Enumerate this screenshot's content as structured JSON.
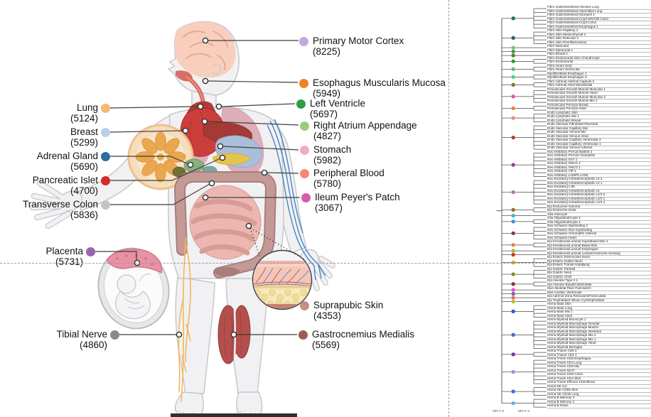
{
  "tissues": {
    "left": [
      {
        "label": "Lung",
        "count": "(5124)",
        "color": "#f5b971"
      },
      {
        "label": "Breast",
        "count": "(5299)",
        "color": "#b8cfe8"
      },
      {
        "label": "Adrenal Gland",
        "count": "(5690)",
        "color": "#2e6da4"
      },
      {
        "label": "Pancreatic Islet",
        "count": "(4700)",
        "color": "#d42a2a"
      },
      {
        "label": "Transverse Colon",
        "count": "(5836)",
        "color": "#c4c4c4"
      },
      {
        "label": "Placenta",
        "count": "(5731)",
        "color": "#9966ad"
      },
      {
        "label": "Tibial Nerve",
        "count": "(4860)",
        "color": "#8a8a8a"
      }
    ],
    "right": [
      {
        "label": "Primary Motor Cortex",
        "count": "(8225)",
        "color": "#c3a8d9"
      },
      {
        "label": "Esophagus Muscularis Mucosa",
        "count": "(5949)",
        "color": "#f28220"
      },
      {
        "label": "Left Ventricle",
        "count": "(5697)",
        "color": "#2f9e41"
      },
      {
        "label": "Right Atrium Appendage",
        "count": "(4827)",
        "color": "#97cc7e"
      },
      {
        "label": "Stomach",
        "count": "(5982)",
        "color": "#f4a9c8"
      },
      {
        "label": "Peripheral Blood",
        "count": "(5780)",
        "color": "#f4887b"
      },
      {
        "label": "Ileum Peyer's Patch",
        "count": "(3067)",
        "color": "#d45fa5"
      },
      {
        "label": "Suprapubic Skin",
        "count": "(4353)",
        "color": "#c29384"
      },
      {
        "label": "Gastrocnemius Medialis",
        "count": "(5569)",
        "color": "#9d5c50"
      }
    ]
  },
  "dendrogram": {
    "axis": {
      "label": "1-corr.",
      "tick": "0"
    },
    "leaves": [
      "Fibro Gastrointestinal Alveolar Lung",
      "Fibro Gastrointestinal Adventitial Lung",
      "Fibro Gastrointestinal Stomach 1",
      "Fibro Gastrointestinal Crypt WNT2B Colon",
      "Fibro Gastrointestinal Crypt Colon",
      "Fibro Gastrointestinal Esophagus 1",
      "Fibro Skin Papillary 2",
      "Fibro Skin Mesenchymal 2",
      "Fibro Skin Reticular 2",
      "Fibro Skin Proinflammatory",
      "Fibro Muscular",
      "Fibro Epineurial 1",
      "Fibro Breast 2",
      "Fibro Endoneurial Skin Chondrocyte",
      "Fibro Endoneurial",
      "Fibro Heart Atrial",
      "Fibro Heart Ventricular",
      "Myofibroblast Esophagus 1",
      "Myofibroblast Esophagus 3",
      "Fibro Adrenal Adrenal Capsule 2",
      "Fibro Adrenal Atrial Mesothelial",
      "Perivascular Smooth Muscle Muscular 1",
      "Perivascular Smooth Muscle Heart",
      "Perivascular Smooth Muscle Muscular 2",
      "Perivascular Smooth Muscle Mix 1",
      "Perivascular Pericyte Breast",
      "Perivascular Pericyte Atrial",
      "Endo Lymphatic Skin",
      "Endo Lymphatic Mix 1",
      "Endo Lymphatic Breast",
      "Endo Vascular Fibroblast Placental",
      "Endo Vascular Capillary Mix",
      "Endo Vascular Venous Mix",
      "Endo Vascular Venous Atrial",
      "Endo Vascular Capillary Ventricular 2",
      "Endo Vascular Capillary Ventricular 1",
      "Endo Vascular Venous Adrenal",
      "Neu Inhibitory PVALB Basket 2",
      "Neu Inhibitory PVALB Chandelier",
      "Neu Inhibitory SST 1",
      "Neu Inhibitory SNCG 2",
      "Neu Inhibitory SNCG 1",
      "Neu Inhibitory VIP 1",
      "Neu Inhibitory LAMP5 LHX6",
      "Neu Excitatory Intratelencephalic L5 2",
      "Neu Excitatory Intratelencephalic L5 1",
      "Neu Excitatory L6b",
      "Neu Excitatory Intratelencephalic L6",
      "Neu Excitatory Intratelencephalic L2/3 5",
      "Neu Excitatory Intratelencephalic L2/3 1",
      "Neu Excitatory Intratelencephalic L2/3 4",
      "Epi Endocrine Gamma",
      "Epi Endocrine Delta",
      "Glia Astrocyte",
      "Glia Oligodendrocyte 2",
      "Glia Oligodendrocyte 4",
      "Neu Schwann Myelinating 2",
      "Neu Schwann Non-myelinating",
      "Neu Schwann Chromaffin Adrenal",
      "Neu Schwann Heart",
      "Epi Keratinous/Luminal Suprabasal Skin 1",
      "Epi Keratinous/Luminal Basal Skin",
      "Epi Keratinous/Luminal Esophagus",
      "Epi Keratinous/Luminal Luminal Hormone Sensing",
      "Epi Enteric Enterocytes Ileum",
      "Epi Enteric Goblet Ileum",
      "Epi Enteric Transit Amplifying",
      "Epi Gastric Parietal",
      "Epi Gastric Neck",
      "Epi Gastric Chief",
      "Epi Alveolar Type II 1",
      "Epi Alveolar Basal/Club/Goblet",
      "Mus Skeletal Fiber Fast-twitch",
      "Mus Cardiac Ventricular",
      "Epi Adrenal Zona Reticularis/Fasciculata",
      "Epi Trophoblast Villous Cytotrophoblast",
      "Hema Mast Skin",
      "Hema Mast Lung",
      "Hema Mast Mix 1",
      "Hema Mast Atrial",
      "Hema Myeloid Monocyte 1",
      "Hema Myeloid Macrophage Alveolar",
      "Hema Myeloid Macrophage Muscle",
      "Hema Myeloid Macrophage Intestinal",
      "Hema Myeloid Macrophage Mix 2",
      "Hema Myeloid Macrophage Mix 1",
      "Hema Myeloid Macrophage Heart",
      "Hema Myeloid Microglia",
      "Hema Tnaive CD8 2",
      "Hema Tnaive CD4 2",
      "Hema Tmem CD8 Esophagus",
      "Hema Tmem CD4 Lung",
      "Hema Tmem CD8 Mix",
      "Hema Tmem MAIT",
      "Hema Tmem CD8 Colon",
      "Hema Tmem CD4 Skin",
      "Hema Tmem Effector CD8 Blood",
      "Hema NK ILC",
      "Hema NK CD56 Skin",
      "Hema NK CD16 Lung",
      "Hema B Memory 3",
      "Hema B Memory 1",
      "Hema B Naive"
    ],
    "groups": [
      {
        "start": 0,
        "end": 5,
        "color": "#1d7a3c"
      },
      {
        "start": 6,
        "end": 9,
        "color": "#1d6b52"
      },
      {
        "start": 10,
        "end": 10,
        "color": "#7ec36a"
      },
      {
        "start": 11,
        "end": 11,
        "color": "#3f9e3f"
      },
      {
        "start": 12,
        "end": 12,
        "color": "#6b7a1e"
      },
      {
        "start": 13,
        "end": 14,
        "color": "#2f9e41"
      },
      {
        "start": 15,
        "end": 16,
        "color": "#67c06a"
      },
      {
        "start": 17,
        "end": 18,
        "color": "#4ecba0"
      },
      {
        "start": 19,
        "end": 20,
        "color": "#7a7a1e"
      },
      {
        "start": 21,
        "end": 24,
        "color": "#e0559e"
      },
      {
        "start": 25,
        "end": 26,
        "color": "#f08030"
      },
      {
        "start": 27,
        "end": 29,
        "color": "#f4887b"
      },
      {
        "start": 30,
        "end": 36,
        "color": "#c0392b"
      },
      {
        "start": 37,
        "end": 43,
        "color": "#993a99"
      },
      {
        "start": 44,
        "end": 50,
        "color": "#c06cc0"
      },
      {
        "start": 51,
        "end": 52,
        "color": "#9e6b1e"
      },
      {
        "start": 53,
        "end": 53,
        "color": "#35b8c8"
      },
      {
        "start": 54,
        "end": 55,
        "color": "#3399dd"
      },
      {
        "start": 56,
        "end": 59,
        "color": "#8e3050"
      },
      {
        "start": 60,
        "end": 61,
        "color": "#d98a4a"
      },
      {
        "start": 62,
        "end": 62,
        "color": "#a8b832"
      },
      {
        "start": 63,
        "end": 63,
        "color": "#d43030"
      },
      {
        "start": 64,
        "end": 66,
        "color": "#d4a017"
      },
      {
        "start": 67,
        "end": 69,
        "color": "#8a8a1e"
      },
      {
        "start": 70,
        "end": 71,
        "color": "#a02828"
      },
      {
        "start": 72,
        "end": 72,
        "color": "#e055c0"
      },
      {
        "start": 73,
        "end": 73,
        "color": "#8855cc"
      },
      {
        "start": 74,
        "end": 74,
        "color": "#f07050"
      },
      {
        "start": 75,
        "end": 75,
        "color": "#a8c832"
      },
      {
        "start": 76,
        "end": 79,
        "color": "#3355cc"
      },
      {
        "start": 80,
        "end": 87,
        "color": "#4466dd"
      },
      {
        "start": 88,
        "end": 89,
        "color": "#7733aa"
      },
      {
        "start": 90,
        "end": 96,
        "color": "#aa88dd"
      },
      {
        "start": 97,
        "end": 99,
        "color": "#4466dd"
      },
      {
        "start": 100,
        "end": 102,
        "color": "#66aaee"
      }
    ]
  }
}
